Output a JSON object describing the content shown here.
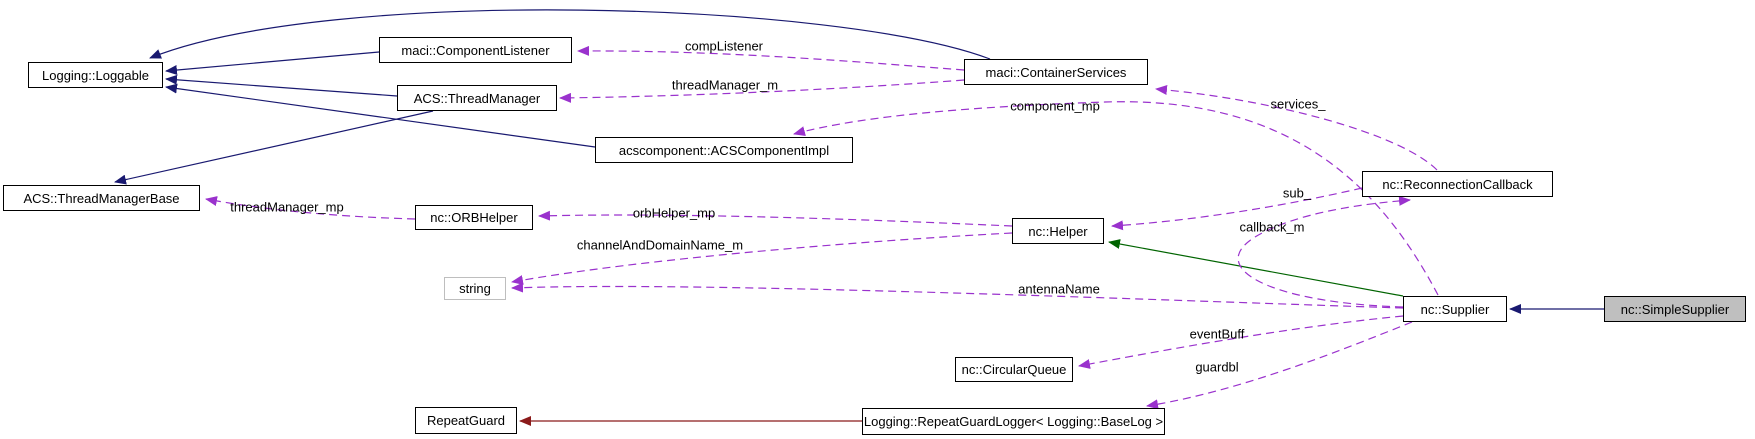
{
  "colors": {
    "edgePublic": "#191970",
    "edgeProtected": "#006400",
    "edgePrivate": "#8b1a1a",
    "edgeUsage": "#9a32cd",
    "nodeBorder": "#000000",
    "currentNodeFill": "#bfbfbf",
    "externalNodeBorder": "#bebebe"
  },
  "nodes": {
    "loggable": {
      "label": "Logging::Loggable"
    },
    "componentListener": {
      "label": "maci::ComponentListener"
    },
    "threadManager": {
      "label": "ACS::ThreadManager"
    },
    "acsComponentImpl": {
      "label": "acscomponent::ACSComponentImpl"
    },
    "containerServices": {
      "label": "maci::ContainerServices"
    },
    "threadManagerBase": {
      "label": "ACS::ThreadManagerBase"
    },
    "orbHelper": {
      "label": "nc::ORBHelper"
    },
    "helper": {
      "label": "nc::Helper"
    },
    "reconnectionCallback": {
      "label": "nc::ReconnectionCallback"
    },
    "string": {
      "label": "string"
    },
    "supplier": {
      "label": "nc::Supplier"
    },
    "simpleSupplier": {
      "label": "nc::SimpleSupplier"
    },
    "circularQueue": {
      "label": "nc::CircularQueue"
    },
    "repeatGuardLogger": {
      "label": "Logging::RepeatGuardLogger< Logging::BaseLog >"
    },
    "repeatGuard": {
      "label": "RepeatGuard"
    }
  },
  "labels": {
    "compListener": "compListener",
    "threadManagerM": "threadManager_m",
    "componentMp": "component_mp",
    "services": "services_",
    "sub": "sub_",
    "callbackM": "callback_m",
    "threadManagerMp": "threadManager_mp",
    "orbHelperMp": "orbHelper_mp",
    "channelAndDomainNameM": "channelAndDomainName_m",
    "antennaName": "antennaName",
    "eventBuff": "eventBuff",
    "guardbl": "guardbl"
  },
  "edges": [
    {
      "from": "maci::ComponentListener",
      "to": "Logging::Loggable",
      "type": "public-inheritance"
    },
    {
      "from": "ACS::ThreadManager",
      "to": "Logging::Loggable",
      "type": "public-inheritance"
    },
    {
      "from": "acscomponent::ACSComponentImpl",
      "to": "Logging::Loggable",
      "type": "public-inheritance"
    },
    {
      "from": "maci::ContainerServices",
      "to": "Logging::Loggable",
      "type": "public-inheritance"
    },
    {
      "from": "ACS::ThreadManager",
      "to": "ACS::ThreadManagerBase",
      "type": "public-inheritance"
    },
    {
      "from": "nc::SimpleSupplier",
      "to": "nc::Supplier",
      "type": "public-inheritance"
    },
    {
      "from": "nc::Supplier",
      "to": "nc::Helper",
      "type": "protected-inheritance"
    },
    {
      "from": "Logging::RepeatGuardLogger< Logging::BaseLog >",
      "to": "RepeatGuard",
      "type": "private-inheritance"
    },
    {
      "from": "maci::ContainerServices",
      "to": "maci::ComponentListener",
      "type": "usage",
      "label": "compListener"
    },
    {
      "from": "maci::ContainerServices",
      "to": "ACS::ThreadManager",
      "type": "usage",
      "label": "threadManager_m"
    },
    {
      "from": "nc::Supplier",
      "to": "acscomponent::ACSComponentImpl",
      "type": "usage",
      "label": "component_mp"
    },
    {
      "from": "nc::ReconnectionCallback",
      "to": "maci::ContainerServices",
      "type": "usage",
      "label": "services_"
    },
    {
      "from": "nc::ReconnectionCallback",
      "to": "nc::Helper",
      "type": "usage",
      "label": "sub_"
    },
    {
      "from": "nc::Supplier",
      "to": "nc::ReconnectionCallback",
      "type": "usage",
      "label": "callback_m"
    },
    {
      "from": "nc::ORBHelper",
      "to": "ACS::ThreadManagerBase",
      "type": "usage",
      "label": "threadManager_mp"
    },
    {
      "from": "nc::Helper",
      "to": "nc::ORBHelper",
      "type": "usage",
      "label": "orbHelper_mp"
    },
    {
      "from": "nc::Helper",
      "to": "string",
      "type": "usage",
      "label": "channelAndDomainName_m"
    },
    {
      "from": "nc::Supplier",
      "to": "string",
      "type": "usage",
      "label": "antennaName"
    },
    {
      "from": "nc::Supplier",
      "to": "nc::CircularQueue",
      "type": "usage",
      "label": "eventBuff"
    },
    {
      "from": "nc::Supplier",
      "to": "Logging::RepeatGuardLogger< Logging::BaseLog >",
      "type": "usage",
      "label": "guardbl"
    }
  ]
}
